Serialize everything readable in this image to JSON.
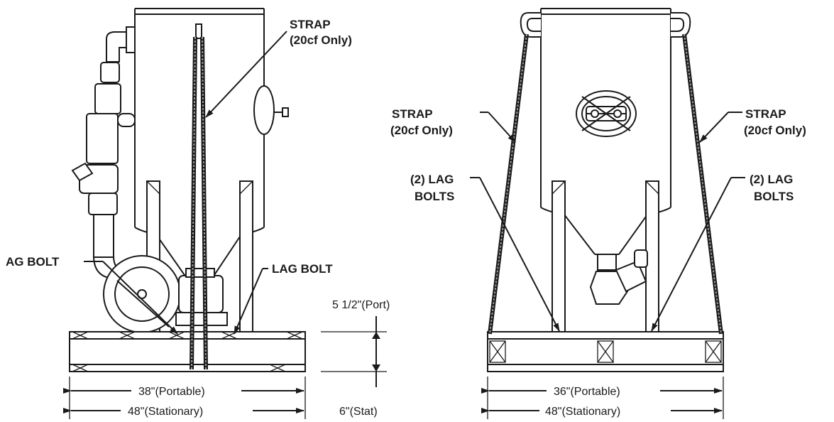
{
  "left_view": {
    "strap_label_line1": "STRAP",
    "strap_label_line2": "(20cf Only)",
    "lag_bolt_left": "AG BOLT",
    "lag_bolt_right": "LAG BOLT",
    "dim_height_port": "5 1/2\"(Port)",
    "dim_height_stat": "6\"(Stat)",
    "dim_width_portable": "38\"(Portable)",
    "dim_width_stationary": "48\"(Stationary)"
  },
  "right_view": {
    "strap_left_line1": "STRAP",
    "strap_left_line2": "(20cf Only)",
    "strap_right_line1": "STRAP",
    "strap_right_line2": "(20cf Only)",
    "lag_left_line1": "(2) LAG",
    "lag_left_line2": "BOLTS",
    "lag_right_line1": "(2) LAG",
    "lag_right_line2": "BOLTS",
    "dim_width_portable": "36\"(Portable)",
    "dim_width_stationary": "48\"(Stationary)"
  }
}
